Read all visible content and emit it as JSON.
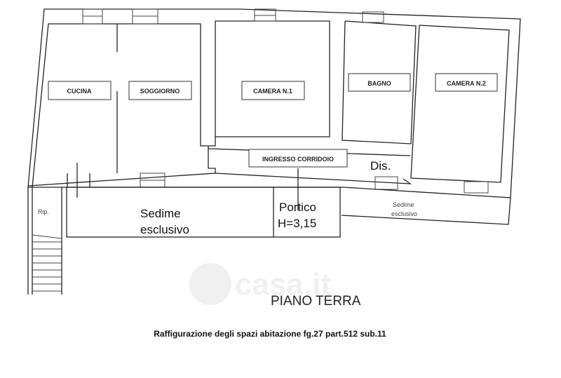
{
  "rooms": {
    "cucina": "CUCINA",
    "soggiorno": "SOGGIORNO",
    "camera1": "CAMERA N.1",
    "bagno": "BAGNO",
    "camera2": "CAMERA N.2",
    "ingresso": "INGRESSO CORRIDOIO",
    "dis": "Dis."
  },
  "outdoor": {
    "sedime_line1": "Sedime",
    "sedime_line2": "esclusivo",
    "sedime_right_line1": "Sedime",
    "sedime_right_line2": "esclusivo",
    "portico": "Portico",
    "portico_height": "H=3,15",
    "rip": "Rip."
  },
  "floor_title": "PIANO TERRA",
  "caption": "Raffigurazione degli spazi abitazione fg.27 part.512 sub.11",
  "watermark": "casa.it"
}
